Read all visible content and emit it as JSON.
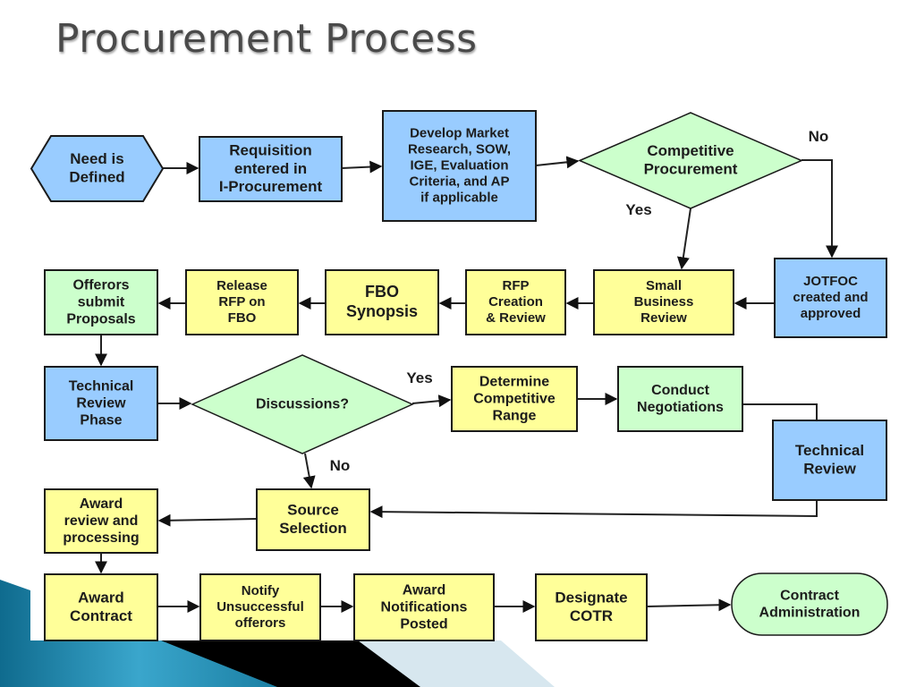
{
  "slide": {
    "title": "Procurement Process"
  },
  "colors": {
    "blue": "#99ccff",
    "yellow": "#ffff99",
    "green": "#ccffcc",
    "border": "#1a1a1a",
    "accent_teal": "#1b7fa3"
  },
  "nodes": [
    {
      "id": "need",
      "shape": "hexagon",
      "color": "blue",
      "lines": [
        "Need is",
        "Defined"
      ]
    },
    {
      "id": "requisition",
      "shape": "rect",
      "color": "blue",
      "lines": [
        "Requisition",
        "entered in",
        "I-Procurement"
      ]
    },
    {
      "id": "develop",
      "shape": "rect",
      "color": "blue",
      "lines": [
        "Develop Market",
        "Research, SOW,",
        "IGE, Evaluation",
        "Criteria, and AP",
        "if applicable"
      ]
    },
    {
      "id": "competitive",
      "shape": "diamond",
      "color": "green",
      "lines": [
        "Competitive",
        "Procurement"
      ]
    },
    {
      "id": "jotfoc",
      "shape": "rect",
      "color": "blue",
      "lines": [
        "JOTFOC",
        "created and",
        "approved"
      ]
    },
    {
      "id": "smallbiz",
      "shape": "rect",
      "color": "yellow",
      "lines": [
        "Small",
        "Business",
        "Review"
      ]
    },
    {
      "id": "rfp",
      "shape": "rect",
      "color": "yellow",
      "lines": [
        "RFP",
        "Creation",
        "& Review"
      ]
    },
    {
      "id": "fbo",
      "shape": "rect",
      "color": "yellow",
      "lines": [
        "FBO",
        "Synopsis"
      ]
    },
    {
      "id": "release",
      "shape": "rect",
      "color": "yellow",
      "lines": [
        "Release",
        "RFP on",
        "FBO"
      ]
    },
    {
      "id": "offerors",
      "shape": "rect",
      "color": "green",
      "lines": [
        "Offerors",
        "submit",
        "Proposals"
      ]
    },
    {
      "id": "techphase",
      "shape": "rect",
      "color": "blue",
      "lines": [
        "Technical",
        "Review",
        "Phase"
      ]
    },
    {
      "id": "discussions",
      "shape": "diamond",
      "color": "green",
      "lines": [
        "Discussions?"
      ]
    },
    {
      "id": "comprange",
      "shape": "rect",
      "color": "yellow",
      "lines": [
        "Determine",
        "Competitive",
        "Range"
      ]
    },
    {
      "id": "negotiations",
      "shape": "rect",
      "color": "green",
      "lines": [
        "Conduct",
        "Negotiations"
      ]
    },
    {
      "id": "techreview",
      "shape": "rect",
      "color": "blue",
      "lines": [
        "Technical",
        "Review"
      ]
    },
    {
      "id": "source",
      "shape": "rect",
      "color": "yellow",
      "lines": [
        "Source",
        "Selection"
      ]
    },
    {
      "id": "awardreview",
      "shape": "rect",
      "color": "yellow",
      "lines": [
        "Award",
        "review and",
        "processing"
      ]
    },
    {
      "id": "awardcontract",
      "shape": "rect",
      "color": "yellow",
      "lines": [
        "Award",
        "Contract"
      ]
    },
    {
      "id": "notify",
      "shape": "rect",
      "color": "yellow",
      "lines": [
        "Notify",
        "Unsuccessful",
        "offerors"
      ]
    },
    {
      "id": "posted",
      "shape": "rect",
      "color": "yellow",
      "lines": [
        "Award",
        "Notifications",
        "Posted"
      ]
    },
    {
      "id": "cotr",
      "shape": "rect",
      "color": "yellow",
      "lines": [
        "Designate",
        "COTR"
      ]
    },
    {
      "id": "admin",
      "shape": "terminal",
      "color": "green",
      "lines": [
        "Contract",
        "Administration"
      ]
    }
  ],
  "edges": [
    {
      "from": "need",
      "to": "requisition"
    },
    {
      "from": "requisition",
      "to": "develop"
    },
    {
      "from": "develop",
      "to": "competitive"
    },
    {
      "from": "competitive",
      "to": "smallbiz",
      "label": "Yes"
    },
    {
      "from": "competitive",
      "to": "jotfoc",
      "label": "No"
    },
    {
      "from": "jotfoc",
      "to": "smallbiz"
    },
    {
      "from": "smallbiz",
      "to": "rfp"
    },
    {
      "from": "rfp",
      "to": "fbo"
    },
    {
      "from": "fbo",
      "to": "release"
    },
    {
      "from": "release",
      "to": "offerors"
    },
    {
      "from": "offerors",
      "to": "techphase"
    },
    {
      "from": "techphase",
      "to": "discussions"
    },
    {
      "from": "discussions",
      "to": "comprange",
      "label": "Yes"
    },
    {
      "from": "discussions",
      "to": "source",
      "label": "No"
    },
    {
      "from": "comprange",
      "to": "negotiations"
    },
    {
      "from": "negotiations",
      "to": "techreview"
    },
    {
      "from": "techreview",
      "to": "source"
    },
    {
      "from": "source",
      "to": "awardreview"
    },
    {
      "from": "awardreview",
      "to": "awardcontract"
    },
    {
      "from": "awardcontract",
      "to": "notify"
    },
    {
      "from": "notify",
      "to": "posted"
    },
    {
      "from": "posted",
      "to": "cotr"
    },
    {
      "from": "cotr",
      "to": "admin"
    }
  ]
}
